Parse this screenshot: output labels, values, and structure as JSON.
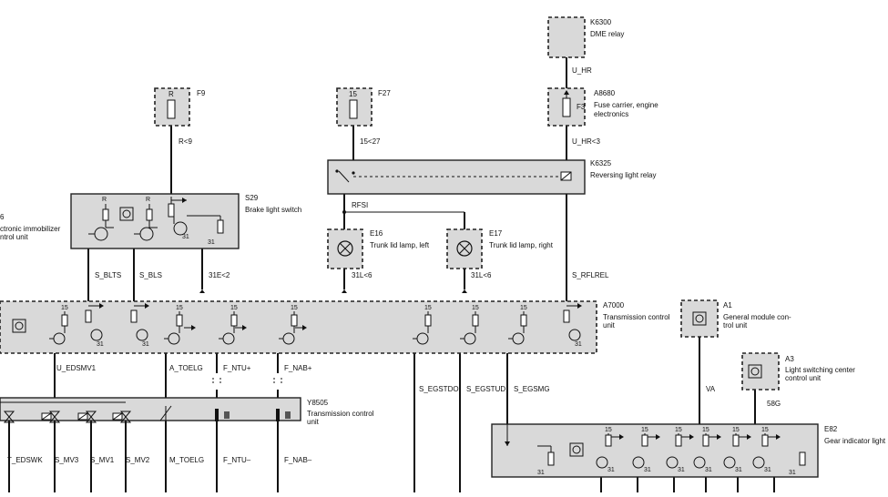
{
  "components": {
    "K6300": {
      "id": "K6300",
      "name": "DME relay"
    },
    "A8680": {
      "id": "A8680",
      "name_lines": [
        "Fuse carrier, engine",
        "electronics"
      ],
      "fuse": "F3"
    },
    "F9": {
      "id": "F9",
      "fuse_label": "R"
    },
    "F27": {
      "id": "F27",
      "fuse_label": "15"
    },
    "K6325": {
      "id": "K6325",
      "name": "Reversing light relay"
    },
    "S29": {
      "id": "S29",
      "name": "Brake light switch"
    },
    "immobilizer": {
      "id": "6",
      "name_lines": [
        "ctronic immobilizer",
        "ntrol unit"
      ]
    },
    "E16": {
      "id": "E16",
      "name": "Trunk lid lamp, left"
    },
    "E17": {
      "id": "E17",
      "name": "Trunk lid lamp, right"
    },
    "A7000": {
      "id": "A7000",
      "name_lines": [
        "Transmission control",
        "unit"
      ]
    },
    "A1": {
      "id": "A1",
      "name_lines": [
        "General module con-",
        "trol unit"
      ]
    },
    "A3": {
      "id": "A3",
      "name_lines": [
        "Light switching center",
        "control unit"
      ]
    },
    "Y8505": {
      "id": "Y8505",
      "name_lines": [
        "Transmission control",
        "unit"
      ]
    },
    "E82": {
      "id": "E82",
      "name": "Gear indicator light"
    }
  },
  "signals": {
    "u_hr": "U_HR",
    "u_hr3": "U_HR<3",
    "r9": "R<9",
    "s1527": "15<27",
    "rfsi": "RFSI",
    "s_bllts": "S_BLTS",
    "s_bls": "S_BLS",
    "e31e2": "31E<2",
    "l31_left": "31L<6",
    "l31_right": "31L<6",
    "s_rflrel": "S_RFLREL",
    "u_edsmv1": "U_EDSMV1",
    "a_toelg": "A_TOELG",
    "f_ntu_plus": "F_NTU+",
    "f_nab_plus": "F_NAB+",
    "s_egstdo": "S_EGSTDO",
    "s_egstud": "S_EGSTUD",
    "s_egsmg": "S_EGSMG",
    "va": "VA",
    "g58": "58G",
    "t_edswk": "T_EDSWK",
    "s_mv3": "S_MV3",
    "s_mv1": "S_MV1",
    "s_mv2": "S_MV2",
    "m_toelg": "M_TOELG",
    "f_ntu_minus": "F_NTU–",
    "f_nab_minus": "F_NAB–"
  },
  "pins": {
    "p15": "15",
    "p31": "31",
    "r": "R"
  }
}
